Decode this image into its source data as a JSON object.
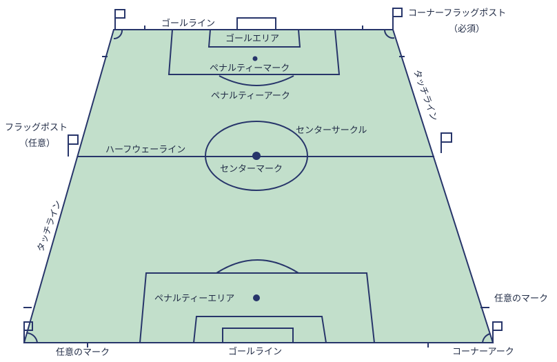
{
  "colors": {
    "field": "#c2dfcb",
    "line": "#27356a",
    "ink": "#1f2a44",
    "background": "#ffffff"
  },
  "labels": {
    "goal_line_top": "ゴールライン",
    "goal_area_top": "ゴールエリア",
    "penalty_mark_top": "ペナルティーマーク",
    "penalty_arc_top": "ペナルティーアーク",
    "corner_flag_post": "コーナーフラッグポスト",
    "corner_flag_required": "（必須）",
    "touch_line_right": "タッチライン",
    "center_circle": "センターサークル",
    "flag_post": "フラッグポスト",
    "flag_optional": "（任意）",
    "halfway_line": "ハーフウェーライン",
    "center_mark": "センターマーク",
    "touch_line_left": "タッチライン",
    "penalty_area_bottom": "ペナルティーエリア",
    "optional_mark_right": "任意のマーク",
    "optional_mark_left": "任意のマーク",
    "goal_line_bottom": "ゴールライン",
    "corner_arc": "コーナーアーク"
  },
  "icons": [
    "corner-flag-icon",
    "halfway-flag-icon"
  ]
}
